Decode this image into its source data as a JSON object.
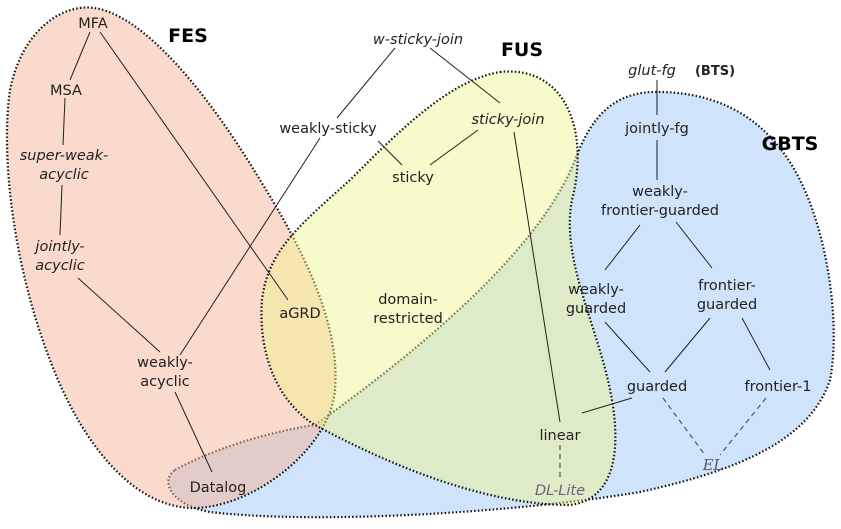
{
  "sets": {
    "fes": "FES",
    "fus": "FUS",
    "gbts": "GBTS",
    "bts": "(BTS)"
  },
  "nodes": {
    "mfa": "MFA",
    "msa": "MSA",
    "swa1": "super-weak-",
    "swa2": "acyclic",
    "ja1": "jointly-",
    "ja2": "acyclic",
    "wa1": "weakly-",
    "wa2": "acyclic",
    "datalog": "Datalog",
    "agrd": "aGRD",
    "wsj": "w-sticky-join",
    "ws": "weakly-sticky",
    "sj": "sticky-join",
    "sticky": "sticky",
    "dr1": "domain-",
    "dr2": "restricted",
    "linear": "linear",
    "dllite": "DL-Lite",
    "glutfg": "glut-fg",
    "jfg": "jointly-fg",
    "wfg1": "weakly-",
    "wfg2": "frontier-guarded",
    "wg1": "weakly-",
    "wg2": "guarded",
    "fg1": "frontier-",
    "fg2": "guarded",
    "guarded": "guarded",
    "f1": "frontier-1",
    "el": "EL"
  },
  "colors": {
    "fes": "#f4b59a",
    "fus": "#f2f59a",
    "gbts": "#a9cdf6"
  }
}
